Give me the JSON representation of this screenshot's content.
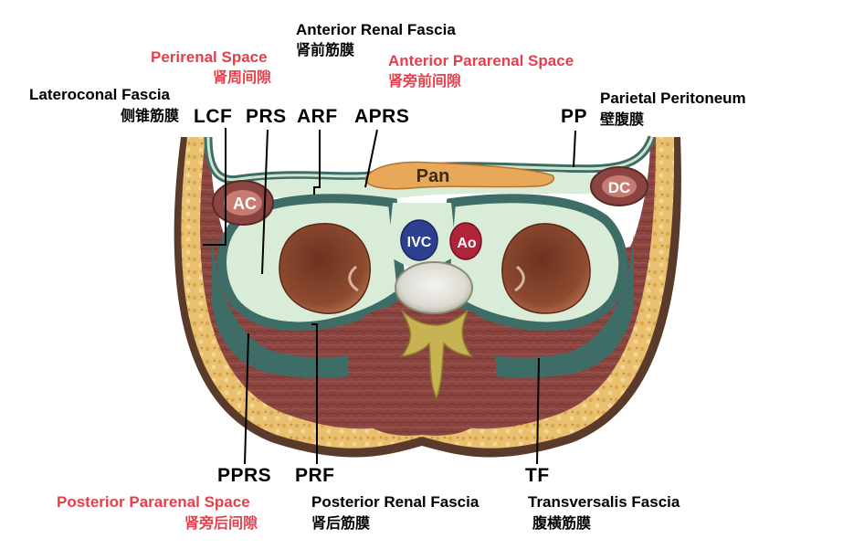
{
  "labels": {
    "anterior_renal_fascia": {
      "en": "Anterior Renal Fascia",
      "zh": "肾前筋膜"
    },
    "perirenal_space": {
      "en": "Perirenal Space",
      "zh": "肾周间隙"
    },
    "anterior_pararenal_space": {
      "en": "Anterior Pararenal Space",
      "zh": "肾旁前间隙"
    },
    "lateroconal_fascia": {
      "en": "Lateroconal Fascia",
      "zh": "侧锥筋膜"
    },
    "parietal_peritoneum": {
      "en": "Parietal Peritoneum",
      "zh": "壁腹膜"
    },
    "posterior_pararenal_space": {
      "en": "Posterior Pararenal Space",
      "zh": "肾旁后间隙"
    },
    "posterior_renal_fascia": {
      "en": "Posterior Renal Fascia",
      "zh": "肾后筋膜"
    },
    "transversalis_fascia": {
      "en": "Transversalis Fascia",
      "zh": "腹横筋膜"
    }
  },
  "abbreviations": {
    "lcf": "LCF",
    "prs": "PRS",
    "arf": "ARF",
    "aprs": "APRS",
    "pp": "PP",
    "pprs": "PPRS",
    "prf": "PRF",
    "tf": "TF"
  },
  "organs": {
    "pan": "Pan",
    "ac": "AC",
    "dc": "DC",
    "ivc": "IVC",
    "ao": "Ao"
  },
  "colors": {
    "red_label": "#e63e4a",
    "fascia": "#3e6d68",
    "space": "#d9ecd7",
    "fat": "#e9c377",
    "muscle": "#8e4540",
    "kidney": "#7b3a27",
    "pancreas": "#e8a85a",
    "bone": "#c8b352",
    "ivc": "#2d3f8f",
    "aorta": "#b0243a"
  }
}
